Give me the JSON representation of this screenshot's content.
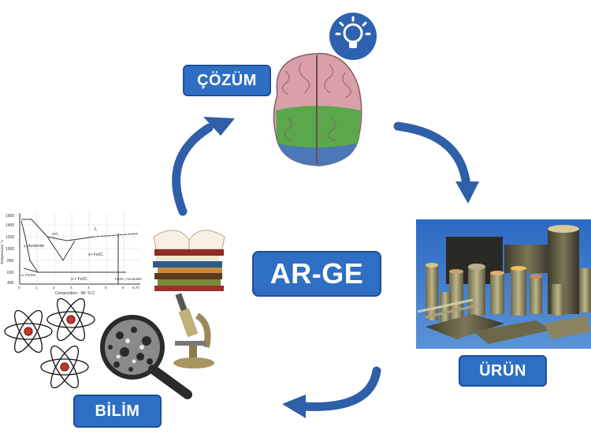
{
  "labels": {
    "solution": "ÇÖZÜM",
    "product": "ÜRÜN",
    "science": "BİLİM",
    "center": "AR-GE"
  },
  "phase_diagram": {
    "x_axis_label": "Composition - Wt. % C",
    "y_axis_label": "Temperature °C",
    "y_ticks": [
      "1600",
      "1400",
      "1200",
      "1000",
      "800",
      "600",
      "400"
    ],
    "x_ticks": [
      "0",
      "1",
      "2",
      "3",
      "4",
      "5",
      "6",
      "6.70"
    ],
    "regions": [
      "L",
      "γ+L",
      "γ, Austenite",
      "γ+ Fe3C",
      "α, Ferrite",
      "α + Fe3C",
      "Fe3C, Cementite"
    ]
  },
  "colors": {
    "label_fill": "#2e6fc4",
    "arrow": "#2f5fa8",
    "bulb_circle": "#2e62b0",
    "brain_pink": "#d9a0aa",
    "brain_green": "#5aa84a",
    "brain_blue": "#4a78b8",
    "product_bg": "#2f73c9"
  },
  "icons": [
    "lightbulb-icon",
    "brain-icon",
    "books-icon",
    "microscope-icon",
    "atom-icon",
    "magnifier-icon"
  ]
}
